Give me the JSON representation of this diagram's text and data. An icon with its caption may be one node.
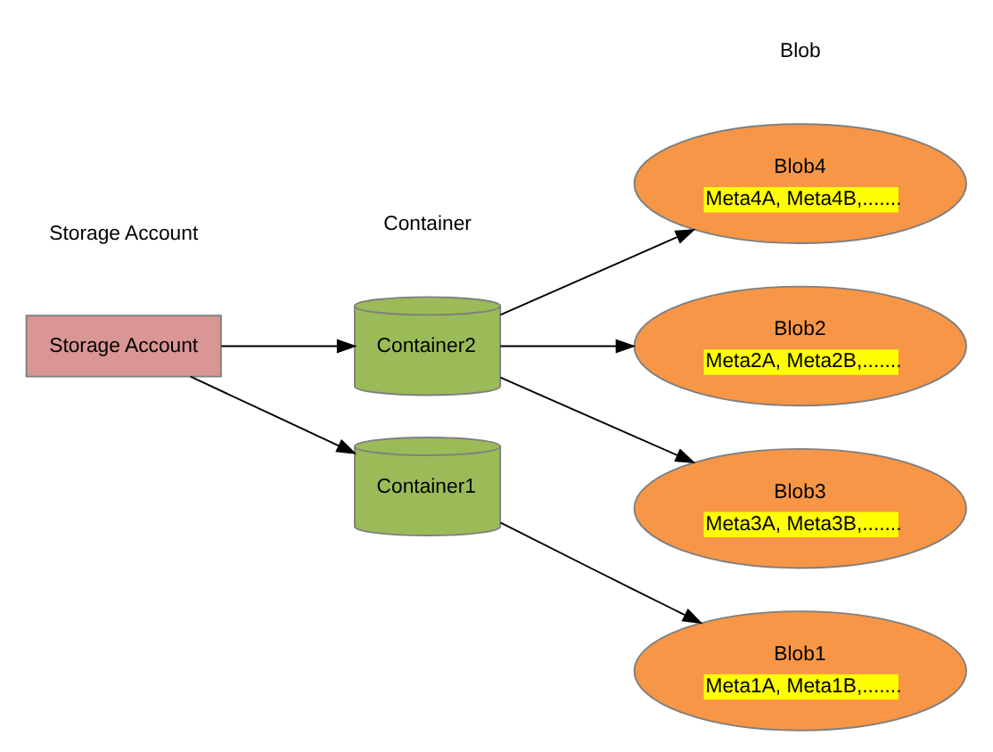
{
  "diagram": {
    "nodes": [
      {
        "text": [
          "Storage Account"
        ]
      },
      {
        "text": [
          "Container1"
        ]
      },
      {
        "text": [
          "Container2"
        ]
      },
      {
        "text": [
          "Blob1",
          "Meta1A, Meta1B,......."
        ]
      },
      {
        "text": [
          "Blob2",
          "Meta2A, Meta2B,......."
        ]
      },
      {
        "text": [
          "Blob3",
          "Meta3A, Meta3B,......."
        ]
      },
      {
        "text": [
          "Blob4",
          "Meta4A, Meta4B,......."
        ]
      }
    ],
    "edges": [
      {
        "from": 0,
        "to": 1,
        "arrow": "to"
      },
      {
        "from": 0,
        "to": 2,
        "arrow": "to"
      },
      {
        "from": 1,
        "to": 3,
        "arrow": "to"
      },
      {
        "from": 2,
        "to": 4,
        "arrow": "to"
      },
      {
        "from": 2,
        "to": 5,
        "arrow": "to"
      },
      {
        "from": 2,
        "to": 6,
        "arrow": "to"
      }
    ],
    "labels": [
      "Storage Account",
      "Container",
      "Blob"
    ]
  }
}
